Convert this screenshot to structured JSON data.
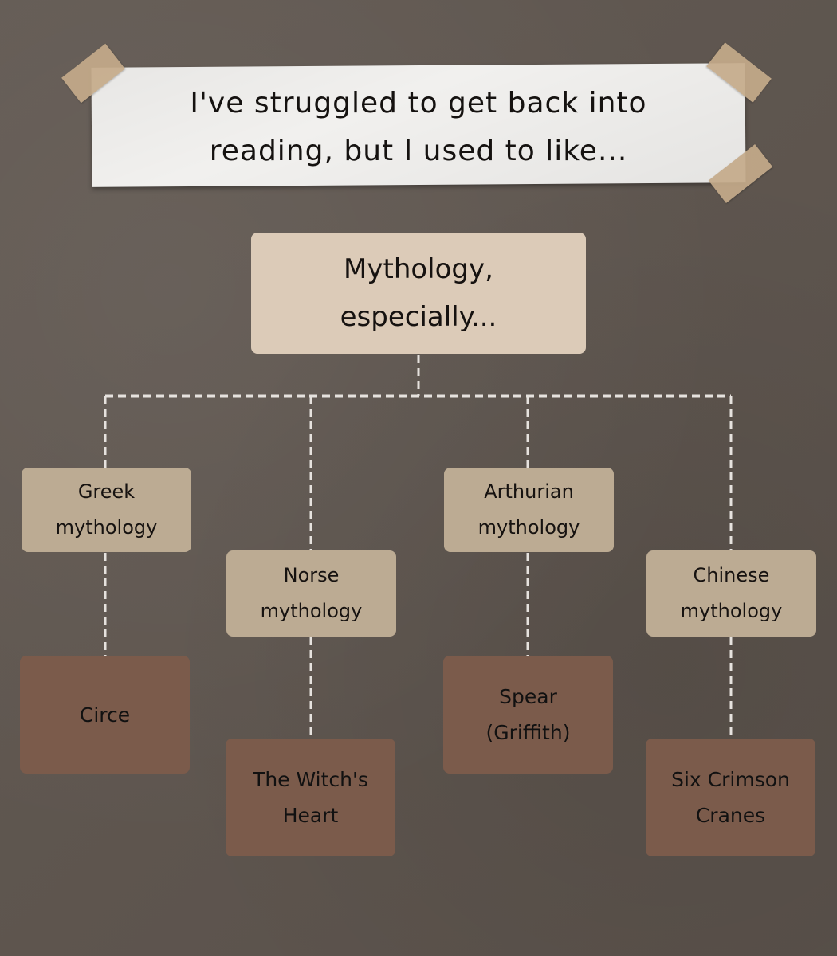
{
  "banner": {
    "line1": "I've struggled to get back into",
    "line2": "reading, but I used to like..."
  },
  "root": {
    "line1": "Mythology,",
    "line2": "especially..."
  },
  "categories": [
    {
      "line1": "Greek",
      "line2": "mythology",
      "book": {
        "line1": "Circe",
        "line2": ""
      }
    },
    {
      "line1": "Norse",
      "line2": "mythology",
      "book": {
        "line1": "The Witch's",
        "line2": "Heart"
      }
    },
    {
      "line1": "Arthurian",
      "line2": "mythology",
      "book": {
        "line1": "Spear",
        "line2": "(Griffith)"
      }
    },
    {
      "line1": "Chinese",
      "line2": "mythology",
      "book": {
        "line1": "Six Crimson",
        "line2": "Cranes"
      }
    }
  ],
  "colors": {
    "background": "#5e554e",
    "paper": "#f1f0ee",
    "tape": "#c4aa8a",
    "root_box": "#dccbb8",
    "category_box": "#bcab93",
    "book_box": "#7b5b4b",
    "connector": "#e6e2de"
  }
}
